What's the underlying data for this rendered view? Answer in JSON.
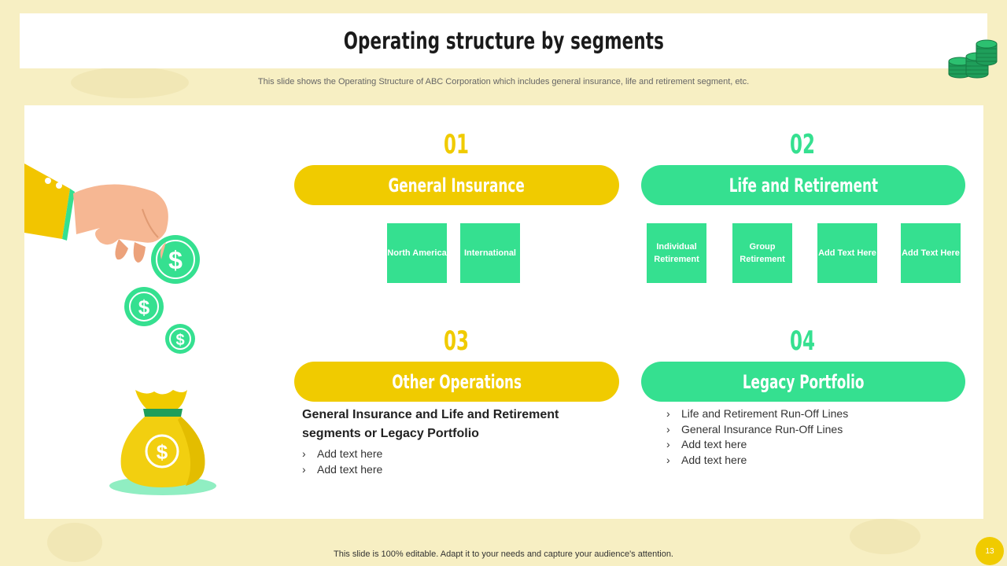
{
  "slide": {
    "title": "Operating structure by segments",
    "subtitle": "This slide shows the Operating Structure of ABC Corporation which includes general insurance, life and retirement segment,  etc.",
    "footer": "This slide is 100% editable. Adapt it to your needs and capture your audience's attention.",
    "page_number": "13"
  },
  "segments": [
    {
      "number": "01",
      "title": "General Insurance",
      "boxes": [
        "North America",
        "International"
      ]
    },
    {
      "number": "02",
      "title": "Life and Retirement",
      "boxes": [
        "Individual Retirement",
        "Group Retirement",
        "Add Text Here",
        "Add Text Here"
      ]
    },
    {
      "number": "03",
      "title": "Other Operations",
      "description": "General Insurance and Life and Retirement segments or Legacy Portfolio",
      "bullets": [
        "Add text here",
        "Add text here"
      ]
    },
    {
      "number": "04",
      "title": "Legacy Portfolio",
      "bullets": [
        "Life and Retirement Run-Off Lines",
        "General Insurance Run-Off Lines",
        "Add text here",
        "Add text here"
      ]
    }
  ],
  "colors": {
    "accent_yellow": "#f0cb00",
    "accent_green": "#35e090",
    "background": "#f7efc3"
  },
  "icons": [
    "hand-with-coin-icon",
    "dollar-coin-icon",
    "money-bag-icon",
    "coin-stack-icon"
  ]
}
